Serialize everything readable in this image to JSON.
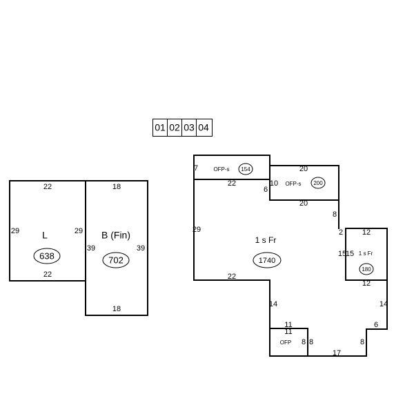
{
  "tabs": [
    "01",
    "02",
    "03",
    "04"
  ],
  "living": {
    "label": "L",
    "area": "638",
    "top": "22",
    "bottom": "22",
    "left": "29",
    "right": "29"
  },
  "basement": {
    "label": "B (Fin)",
    "area": "702",
    "top": "18",
    "bottom": "18",
    "left": "39",
    "right": "39"
  },
  "main": {
    "label": "1 s Fr",
    "area": "1740",
    "west": "29",
    "southwest": "22",
    "inner_left": "14",
    "bottom": "17",
    "step_a": "8",
    "step_b": "6",
    "east": "14",
    "notch_top": "8",
    "notch_step": "2"
  },
  "porch_a": {
    "label": "OFP-s",
    "area": "154",
    "side": "7",
    "bottom": "22"
  },
  "porch_b": {
    "label": "OFP-s",
    "area": "200",
    "top": "20",
    "bottom": "20",
    "left": "10",
    "left_small": "6"
  },
  "side_room": {
    "label": "1 s Fr",
    "area": "180",
    "top": "12",
    "bottom": "12",
    "left": "15",
    "inner": "15"
  },
  "porch_c": {
    "label": "OFP",
    "top": "11",
    "top_inner": "11",
    "right": "8",
    "right_outer": "8"
  }
}
